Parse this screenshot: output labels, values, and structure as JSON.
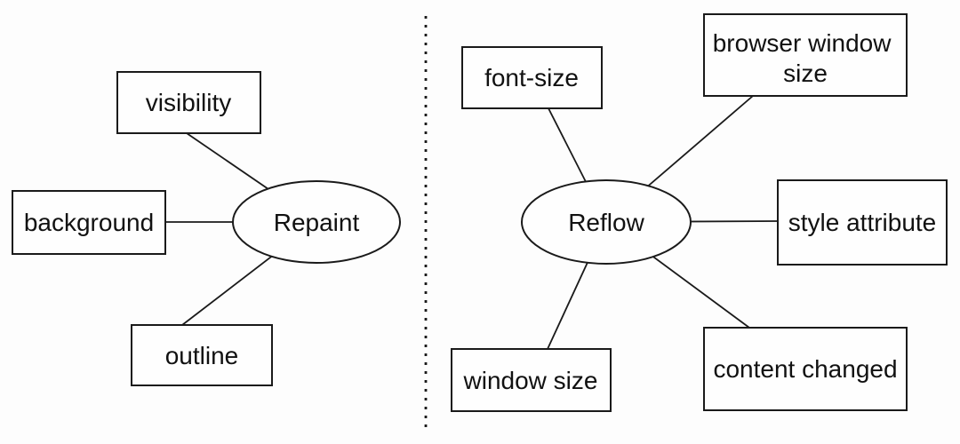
{
  "canvas": {
    "background": "#fdfdfd",
    "line_color": "#1a1a1a",
    "text_color": "#111111",
    "node_fill": "#fefefe"
  },
  "repaint_cluster": {
    "center_label": "Repaint",
    "nodes": [
      {
        "label": "visibility"
      },
      {
        "label": "background"
      },
      {
        "label": "outline"
      }
    ]
  },
  "reflow_cluster": {
    "center_label": "Reflow",
    "nodes": [
      {
        "label": "font-size"
      },
      {
        "label": "browser window size",
        "lines": [
          "browser window",
          "size"
        ]
      },
      {
        "label": "style attribute"
      },
      {
        "label": "content changed"
      },
      {
        "label": "window size"
      }
    ]
  }
}
